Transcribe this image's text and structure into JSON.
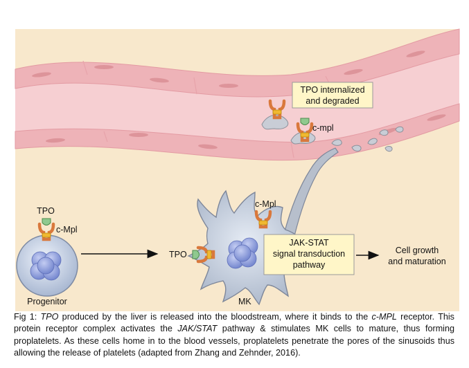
{
  "labels": {
    "tpo_internalized_line1": "TPO internalized",
    "tpo_internalized_line2": "and degraded",
    "cmpl_vessel": "c-mpl",
    "tpo_progenitor": "TPO",
    "cmpl_progenitor": "c-Mpl",
    "progenitor": "Progenitor",
    "cmpl_mk": "c-Mpl",
    "tpo_mk": "TPO",
    "jakstat_line1": "JAK-STAT",
    "jakstat_line2": "signal transduction",
    "jakstat_line3": "pathway",
    "cell_growth_line1": "Cell growth",
    "cell_growth_line2": "and maturation",
    "mk": "MK"
  },
  "caption": {
    "prefix": "Fig 1: ",
    "t1": "TPO",
    "s1": " produced by the liver is released into the bloodstream, where it binds to the ",
    "t2": "c-MPL",
    "s2": " receptor. This protein receptor complex activates the ",
    "t3": "JAK/STAT",
    "s3": " pathway & stimulates MK cells to mature, thus forming proplatelets. As these cells home in to the blood vessels, proplatelets penetrate the pores of the sinusoids thus allowing the release of platelets (adapted from Zhang and Zehnder, 2016)."
  },
  "colors": {
    "tissue": "#f8e8cc",
    "vessel_wall": "#f0bcc0",
    "vessel_lumen": "#f6cfd2",
    "receptor": "#d9783c",
    "tpo": "#8fc98f",
    "cell": "#c9d4e4",
    "nucleus": "#8fa0d8",
    "label_box": "#fff6c8"
  }
}
